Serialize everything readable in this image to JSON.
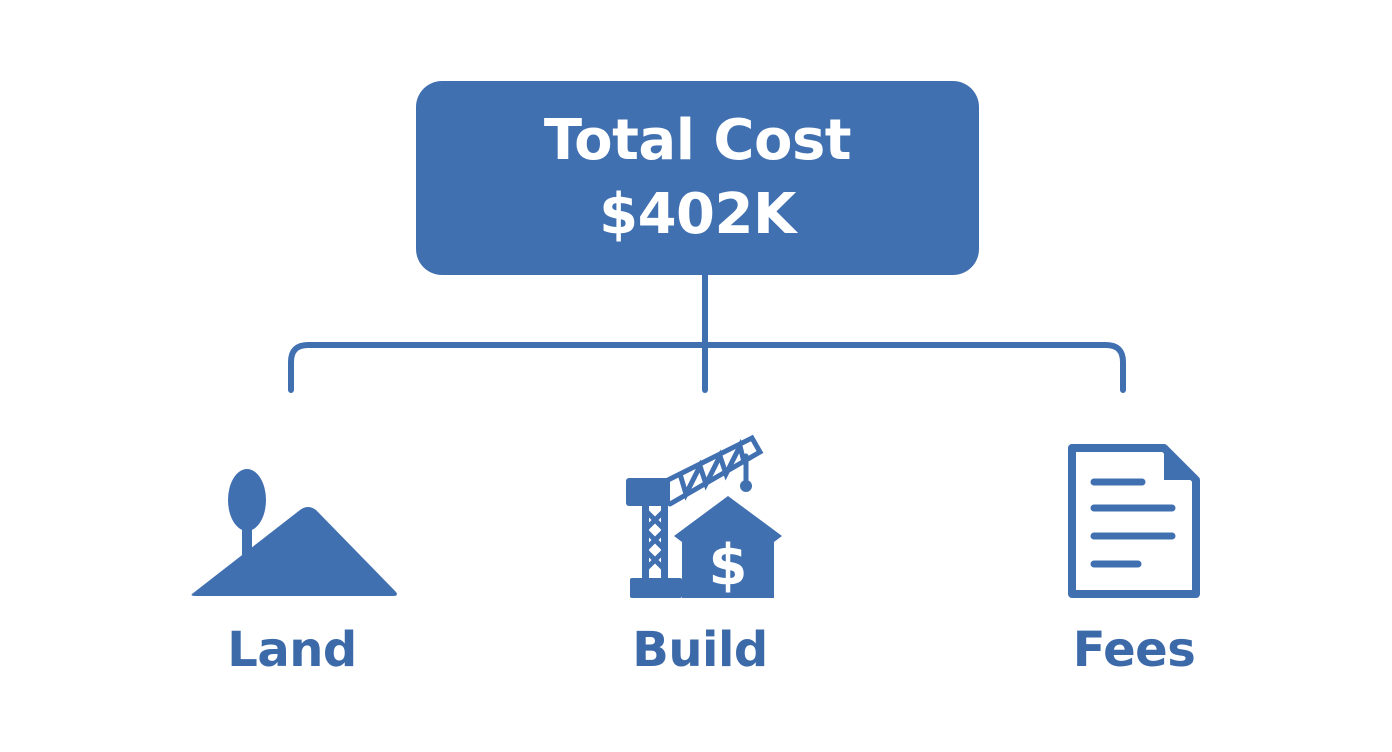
{
  "colors": {
    "primary": "#4170b1",
    "primary_dark": "#3c6aa9",
    "background": "#ffffff"
  },
  "root": {
    "title": "Total Cost",
    "value": "$402K"
  },
  "branches": [
    {
      "label": "Land",
      "icon": "land-hill-tree-icon"
    },
    {
      "label": "Build",
      "icon": "crane-house-dollar-icon"
    },
    {
      "label": "Fees",
      "icon": "document-icon"
    }
  ],
  "build_icon_symbol": "$"
}
